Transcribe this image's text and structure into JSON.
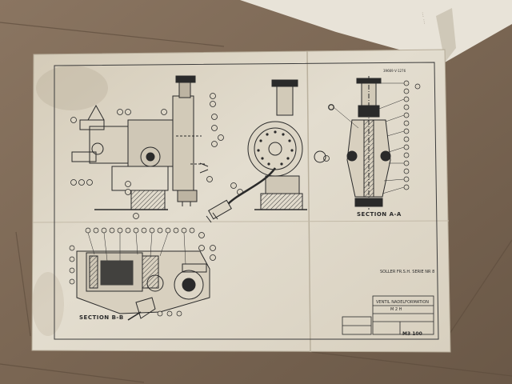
{
  "photo": {
    "subject": "vintage technical blueprint sheet on cardboard",
    "colors": {
      "cardboard": "#7d6a57",
      "paper": "#ddd6c6",
      "ink": "#2a2a2a"
    }
  },
  "drawing": {
    "section_a_label": "SECTION A-A",
    "section_b_label": "SECTION B-B",
    "title_block_line1": "VENTIL NADELFORMATION",
    "title_block_line2": "M 2 H",
    "drawing_number": "M3 100",
    "makers_note": "SOLLER FR.S.H. SERIE NR 8",
    "drawing_code": "39669 V-1276"
  }
}
